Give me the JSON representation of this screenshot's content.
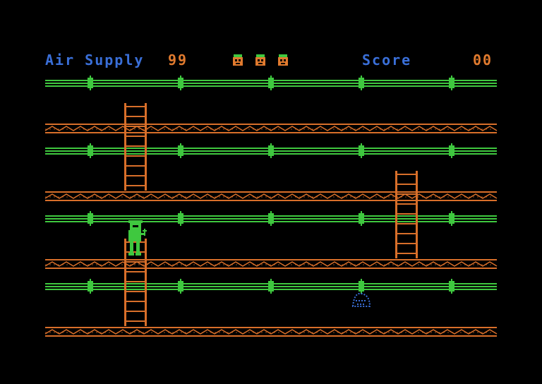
{
  "hud": {
    "air_label": "Air Supply",
    "air_value": "99",
    "score_label": "Score",
    "score_value": "00",
    "lives_remaining": 3
  },
  "colors": {
    "background": "#000000",
    "hud_label": "#3a6fd8",
    "hud_value": "#e07a2e",
    "pipe": "#3fc83f",
    "girder": "#d86f2a",
    "ladder": "#d86f2a",
    "player": "#3fc83f",
    "blob": "#3a6fd8"
  },
  "icons": {
    "life": "miner-head-icon",
    "player": "diver-player-icon",
    "enemy": "blue-blob-icon"
  }
}
